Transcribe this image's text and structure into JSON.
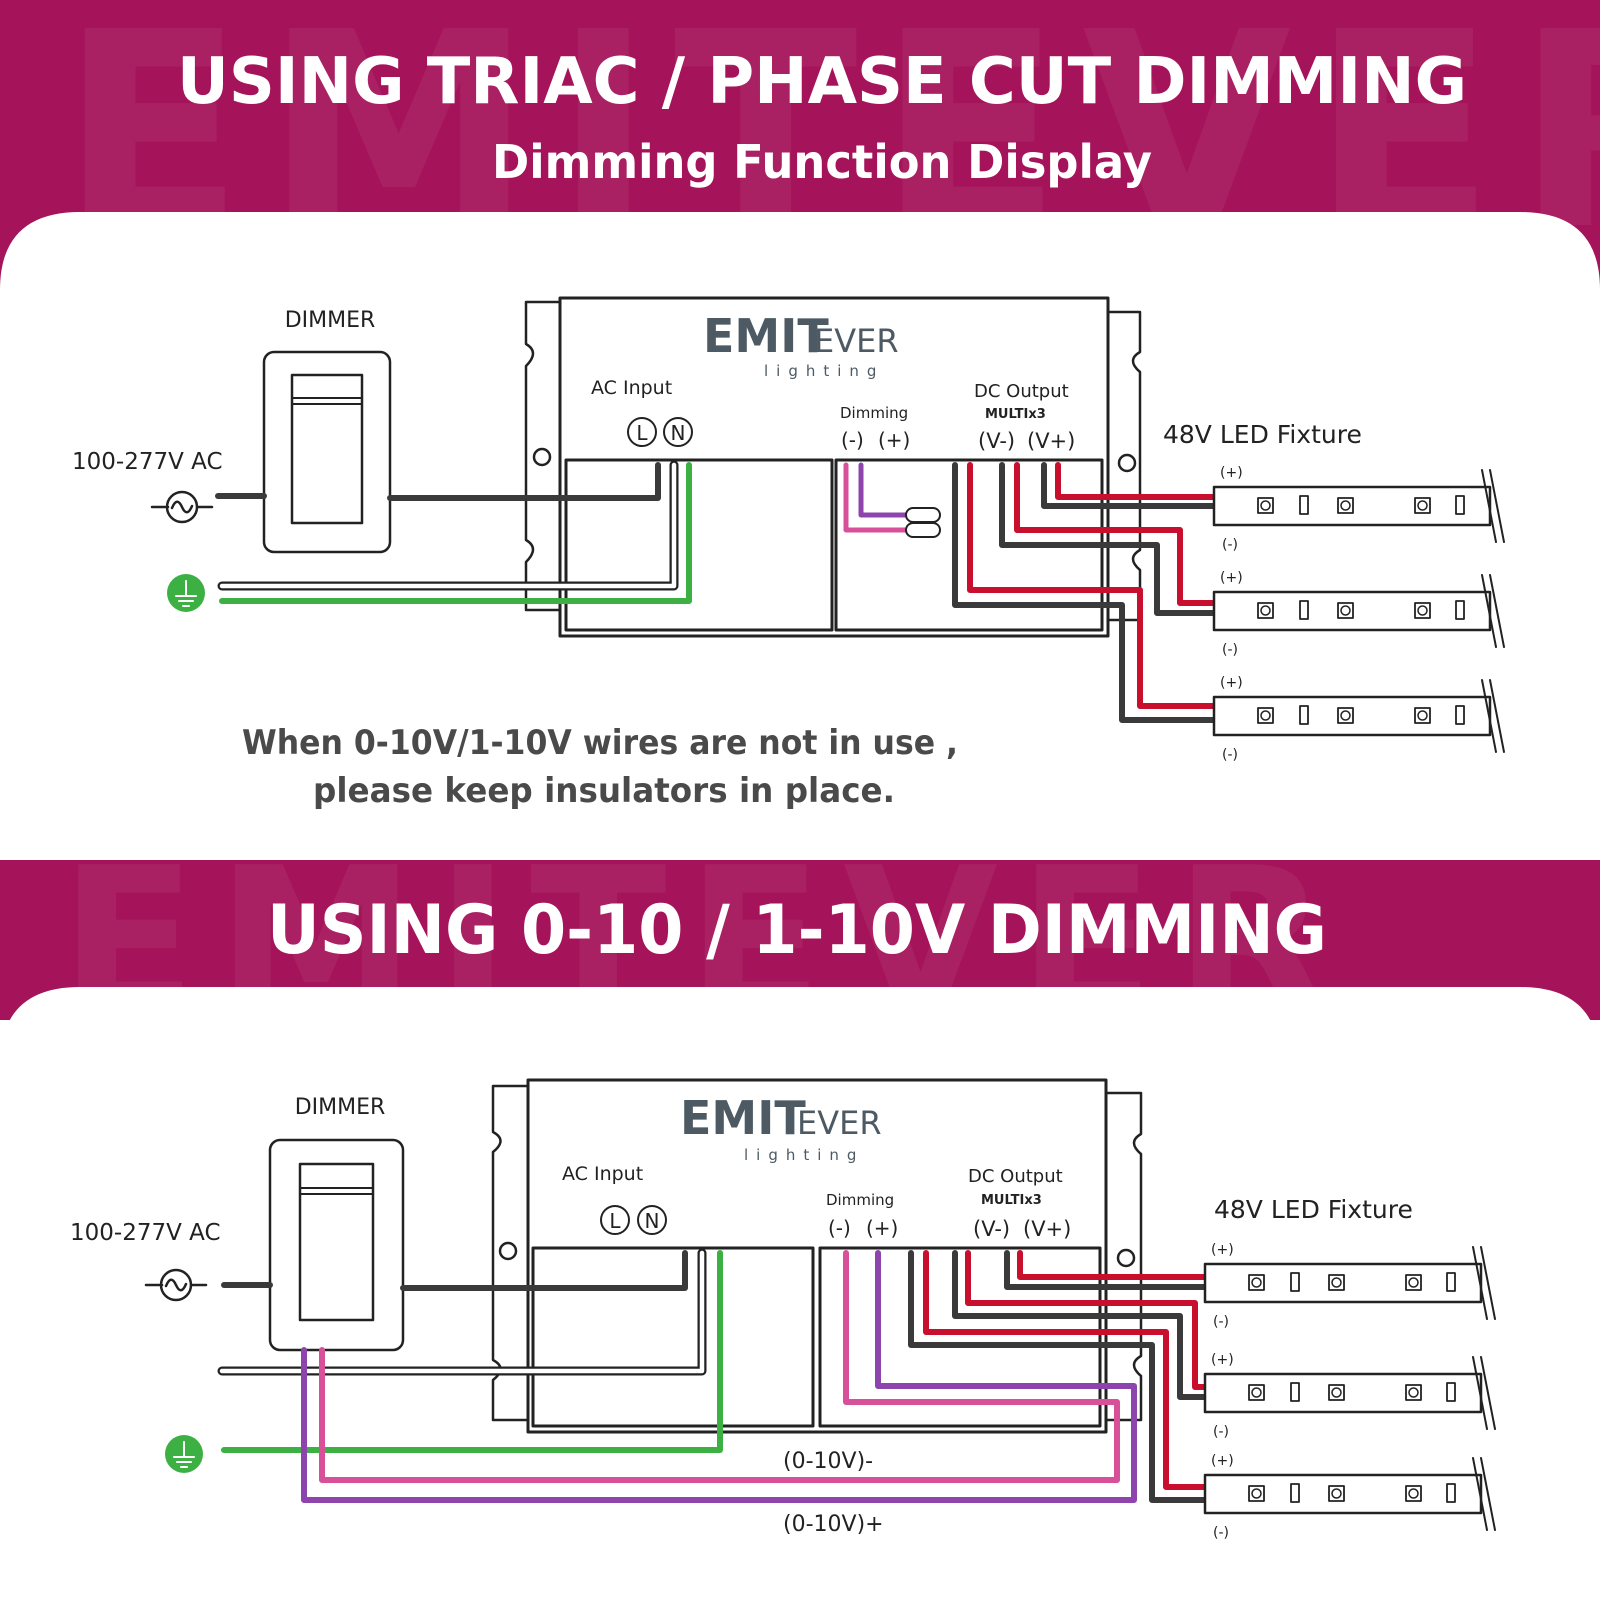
{
  "banner_top": {
    "watermark": "EMITEVER",
    "title": "USING TRIAC / PHASE CUT DIMMING",
    "subtitle": "Dimming Function Display"
  },
  "banner_bottom": {
    "watermark": "EMITEVER",
    "title": "USING 0-10 / 1-10V DIMMING"
  },
  "colors": {
    "banner": "#a5145a",
    "wire_dark": "#3a3a3a",
    "wire_red": "#c8102e",
    "wire_green": "#3cb043",
    "wire_purple": "#8e44ad",
    "wire_pink": "#d9509a",
    "outline": "#222222"
  },
  "icons": [
    "ac-source-icon",
    "ground-icon",
    "dimmer-switch-icon",
    "led-chip-icon",
    "resistor-icon",
    "wire-nut-insulator-icon"
  ],
  "triac_diagram": {
    "dimmer_label": "DIMMER",
    "voltage_label": "100-277V AC",
    "brand_main": "EMIT",
    "brand_suffix": "EVER",
    "brand_sub": "lighting",
    "ac_input_label": "AC Input",
    "ac_terminal_l": "L",
    "ac_terminal_n": "N",
    "dimming_label": "Dimming",
    "dimming_neg": "(-)",
    "dimming_pos": "(+)",
    "dc_output_label": "DC Output",
    "multi_label": "MULTIx3",
    "dc_neg": "(V-)",
    "dc_pos": "(V+)",
    "fixture_label": "48V LED Fixture",
    "strip_pos": "(+)",
    "strip_neg": "(-)",
    "note_line1": "When 0-10V/1-10V wires are not in use ,",
    "note_line2": "please keep insulators in place."
  },
  "analog_diagram": {
    "dimmer_label": "DIMMER",
    "voltage_label": "100-277V AC",
    "brand_main": "EMIT",
    "brand_suffix": "EVER",
    "brand_sub": "lighting",
    "ac_input_label": "AC Input",
    "ac_terminal_l": "L",
    "ac_terminal_n": "N",
    "dimming_label": "Dimming",
    "dimming_neg": "(-)",
    "dimming_pos": "(+)",
    "dc_output_label": "DC Output",
    "multi_label": "MULTIx3",
    "dc_neg": "(V-)",
    "dc_pos": "(V+)",
    "fixture_label": "48V LED Fixture",
    "strip_pos": "(+)",
    "strip_neg": "(-)",
    "wire_label_neg": "(0-10V)-",
    "wire_label_pos": "(0-10V)+"
  }
}
